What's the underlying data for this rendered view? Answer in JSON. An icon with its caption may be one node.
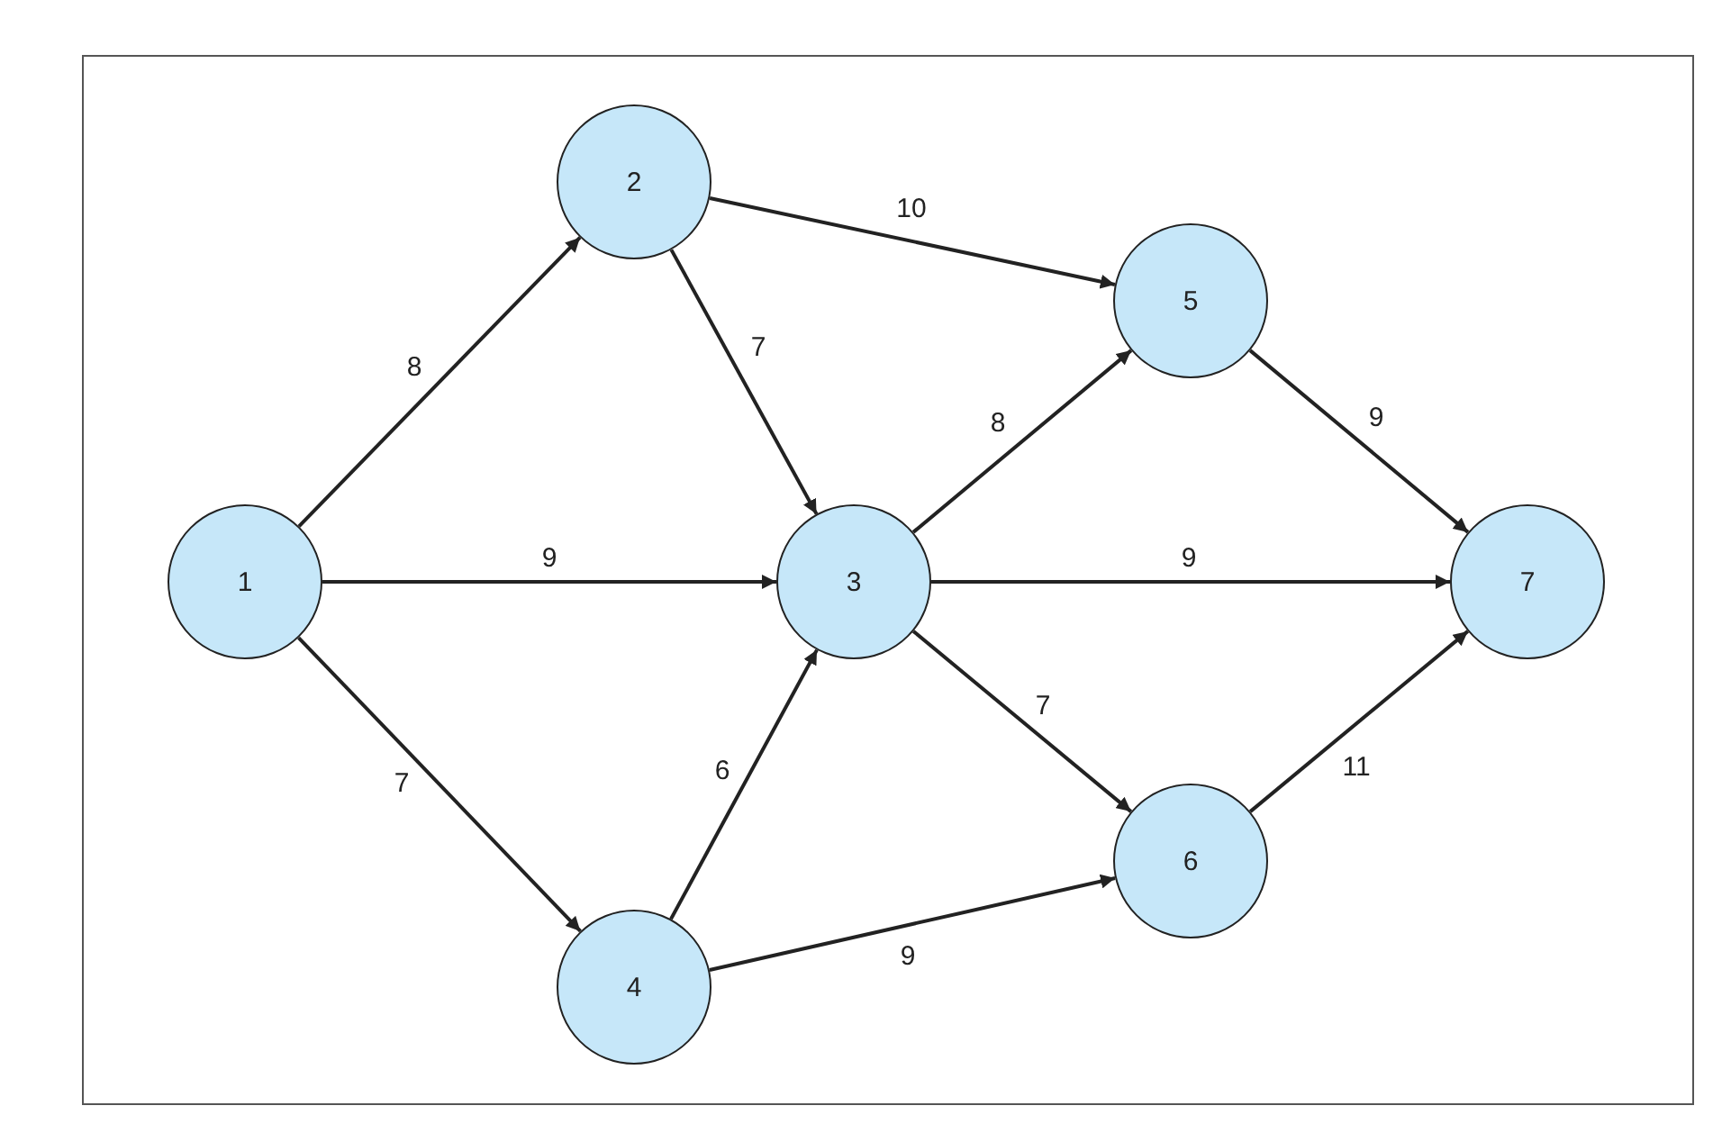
{
  "diagram": {
    "nodes": [
      {
        "text": [
          "1"
        ]
      },
      {
        "text": [
          "2"
        ]
      },
      {
        "text": [
          "3"
        ]
      },
      {
        "text": [
          "4"
        ]
      },
      {
        "text": [
          "5"
        ]
      },
      {
        "text": [
          "6"
        ]
      },
      {
        "text": [
          "7"
        ]
      }
    ],
    "edges": [
      {
        "from": 0,
        "to": 1,
        "arrow": "to",
        "label": "8"
      },
      {
        "from": 0,
        "to": 2,
        "arrow": "to",
        "label": "9"
      },
      {
        "from": 0,
        "to": 3,
        "arrow": "to",
        "label": "7"
      },
      {
        "from": 1,
        "to": 4,
        "arrow": "to",
        "label": "10"
      },
      {
        "from": 1,
        "to": 2,
        "arrow": "to",
        "label": "7"
      },
      {
        "from": 2,
        "to": 4,
        "arrow": "to",
        "label": "8"
      },
      {
        "from": 2,
        "to": 6,
        "arrow": "to",
        "label": "9"
      },
      {
        "from": 2,
        "to": 5,
        "arrow": "to",
        "label": "7"
      },
      {
        "from": 3,
        "to": 2,
        "arrow": "to",
        "label": "6"
      },
      {
        "from": 3,
        "to": 5,
        "arrow": "to",
        "label": "9"
      },
      {
        "from": 4,
        "to": 6,
        "arrow": "to",
        "label": "9"
      },
      {
        "from": 5,
        "to": 6,
        "arrow": "to",
        "label": "11"
      }
    ]
  }
}
